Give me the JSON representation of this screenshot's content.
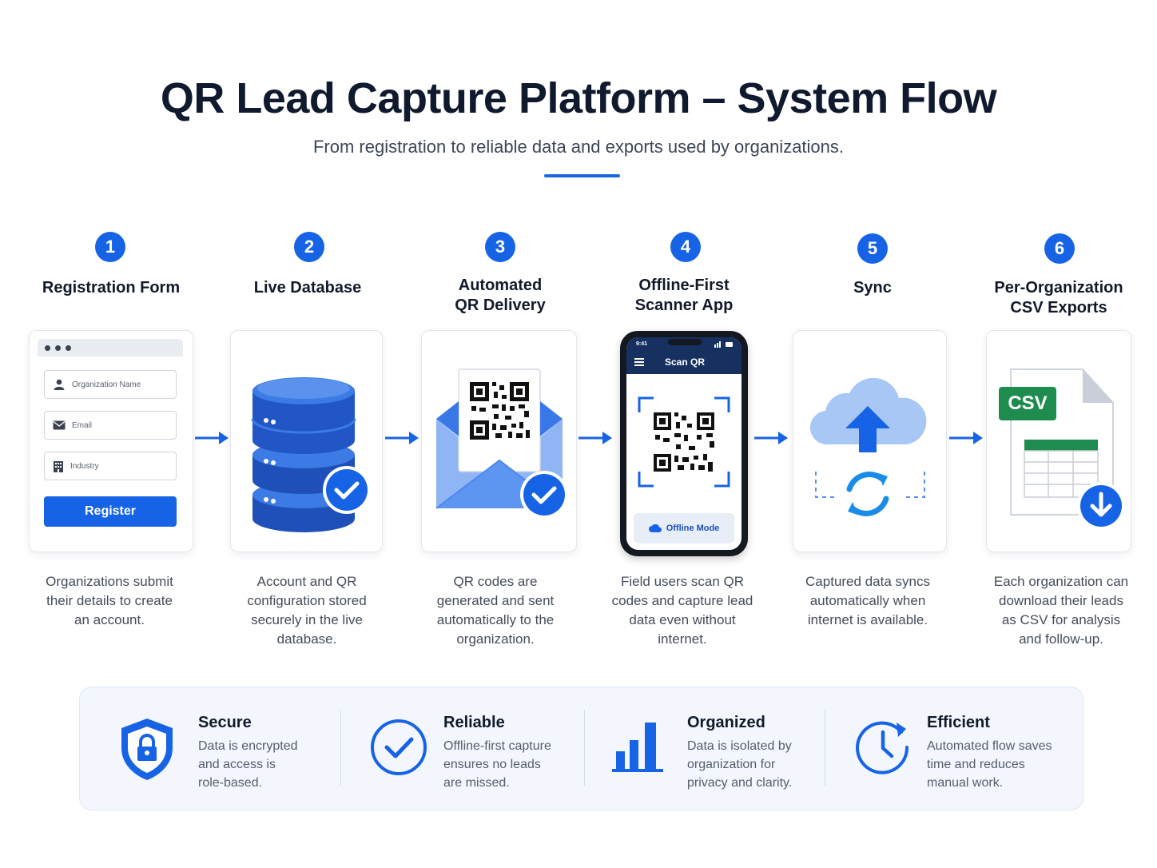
{
  "header": {
    "title": "QR Lead Capture Platform – System Flow",
    "subtitle": "From registration to reliable data and exports used by organizations."
  },
  "steps": [
    {
      "number": "1",
      "title_lines": [
        "Registration Form"
      ],
      "description_lines": [
        "Organizations submit",
        "their details to create",
        "an account."
      ],
      "form": {
        "org_placeholder": "Organization Name",
        "email_placeholder": "Email",
        "industry_placeholder": "Industry",
        "button_label": "Register"
      }
    },
    {
      "number": "2",
      "title_lines": [
        "Live Database"
      ],
      "description_lines": [
        "Account and QR",
        "configuration stored",
        "securely in the live",
        "database."
      ]
    },
    {
      "number": "3",
      "title_lines": [
        "Automated",
        "QR Delivery"
      ],
      "description_lines": [
        "QR codes are",
        "generated and sent",
        "automatically to the",
        "organization."
      ]
    },
    {
      "number": "4",
      "title_lines": [
        "Offline-First",
        "Scanner App"
      ],
      "description_lines": [
        "Field users scan QR",
        "codes and capture lead",
        "data even without",
        "internet."
      ],
      "phone": {
        "time": "9:41",
        "screen_title": "Scan QR",
        "mode_label": "Offline Mode"
      }
    },
    {
      "number": "5",
      "title_lines": [
        "Sync"
      ],
      "description_lines": [
        "Captured data syncs",
        "automatically when",
        "internet is available."
      ]
    },
    {
      "number": "6",
      "title_lines": [
        "Per-Organization",
        "CSV Exports"
      ],
      "description_lines": [
        "Each organization can",
        "download their leads",
        "as CSV for analysis",
        "and follow-up."
      ],
      "file_tag": "CSV"
    }
  ],
  "features": [
    {
      "title": "Secure",
      "icon": "shield-lock-icon",
      "description_lines": [
        "Data is encrypted",
        "and access is",
        "role-based."
      ]
    },
    {
      "title": "Reliable",
      "icon": "check-circle-icon",
      "description_lines": [
        "Offline-first capture",
        "ensures no leads",
        "are missed."
      ]
    },
    {
      "title": "Organized",
      "icon": "bar-chart-icon",
      "description_lines": [
        "Data is isolated by",
        "organization for",
        "privacy and clarity."
      ]
    },
    {
      "title": "Efficient",
      "icon": "clock-icon",
      "description_lines": [
        "Automated flow saves",
        "time and reduces",
        "manual work."
      ]
    }
  ],
  "colors": {
    "accent": "#1763e5",
    "dark_text": "#0f1a2e",
    "csv_green": "#1e8c4e",
    "panel_bg": "#f3f7fd"
  }
}
